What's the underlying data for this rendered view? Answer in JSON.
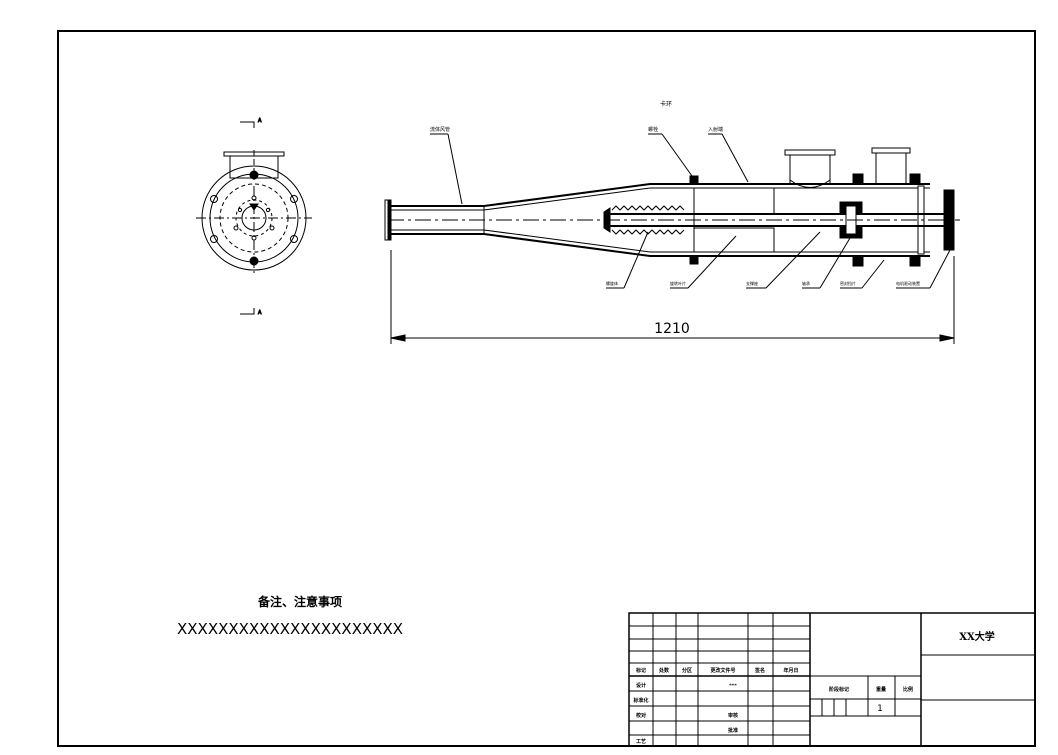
{
  "drawing": {
    "dimension": "1210",
    "section_mark": "A",
    "title_label": "卡环",
    "callouts": {
      "outer_tube": "流体风管",
      "bolt": "螺栓",
      "inlet_end": "入射端",
      "spiral": "螺旋体",
      "spiral_blade": "旋转叶片",
      "support": "支撑座",
      "bushing": "轴承",
      "seal": "密封挡片",
      "motor_mount": "电机驱动装置"
    }
  },
  "notes": {
    "heading": "备注、注意事项",
    "text": "XXXXXXXXXXXXXXXXXXXXXX"
  },
  "title_block": {
    "university": "XX大学",
    "header_row": [
      "标记",
      "处数",
      "分区",
      "更改文件号",
      "签名",
      "年月日"
    ],
    "design": "设计",
    "check": "校对",
    "review": "审核",
    "standard": "标准化",
    "process": "工艺",
    "approve": "批准",
    "stage_mark": "阶段标记",
    "weight": "重量",
    "scale": "比例",
    "star": "***",
    "quantity": "1"
  }
}
